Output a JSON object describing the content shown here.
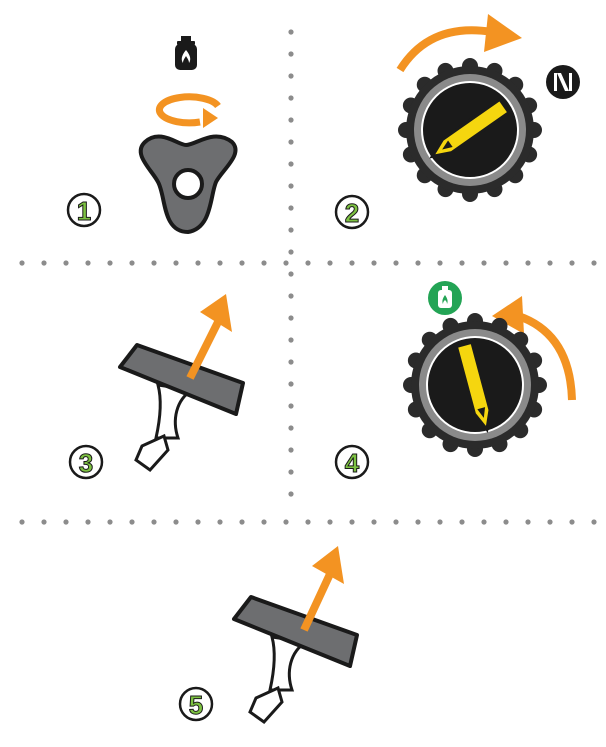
{
  "steps": [
    {
      "number": "1",
      "icons": [
        "gas-cylinder-icon",
        "rotate-clockwise-arrow-icon",
        "valve-handle-icon"
      ]
    },
    {
      "number": "2",
      "icons": [
        "control-knob-icon",
        "clockwise-arrow-icon",
        "off-symbol-icon"
      ]
    },
    {
      "number": "3",
      "icons": [
        "igniter-lever-icon",
        "push-up-arrow-icon"
      ]
    },
    {
      "number": "4",
      "icons": [
        "control-knob-icon",
        "counterclockwise-arrow-icon",
        "gas-on-badge-icon"
      ]
    },
    {
      "number": "5",
      "icons": [
        "igniter-lever-icon",
        "push-up-arrow-icon"
      ]
    }
  ],
  "colors": {
    "step_circle_fill": "#7dc242",
    "step_circle_stroke": "#1a1a1a",
    "arrow_orange": "#f39322",
    "knob_outer": "#2b2b2b",
    "knob_ring": "#8a8a8a",
    "knob_indicator": "#f5d60f",
    "handle_gray": "#6d6e70",
    "badge_green": "#23a455",
    "divider_dots": "#8c8c8c"
  }
}
